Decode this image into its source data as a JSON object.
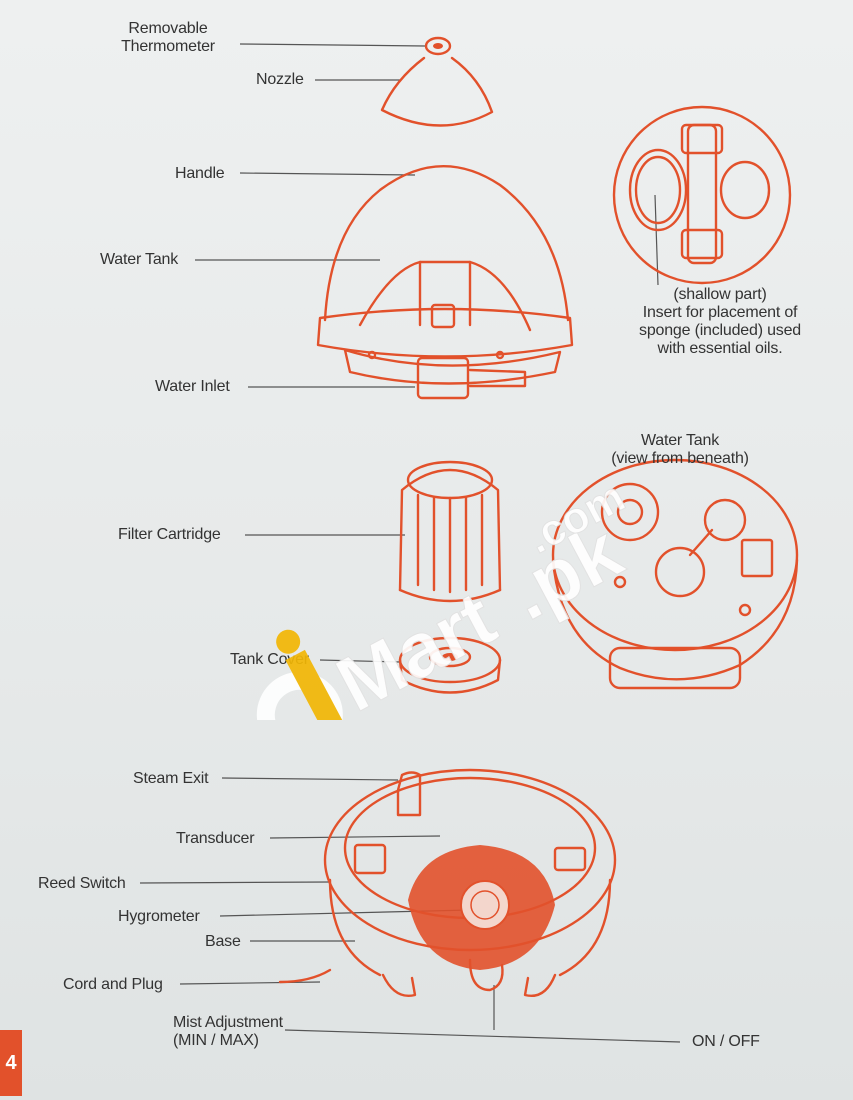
{
  "labels": {
    "removable_thermometer": [
      "Removable",
      "Thermometer"
    ],
    "nozzle": "Nozzle",
    "handle": "Handle",
    "water_tank": "Water Tank",
    "water_inlet": "Water Inlet",
    "insert_note": [
      "(shallow part)",
      "Insert for placement of",
      "sponge (included) used",
      "with essential oils."
    ],
    "water_tank_beneath": [
      "Water Tank",
      "(view from beneath)"
    ],
    "filter_cartridge": "Filter Cartridge",
    "tank_cover": "Tank Cover",
    "steam_exit": "Steam Exit",
    "transducer": "Transducer",
    "reed_switch": "Reed Switch",
    "hygrometer": "Hygrometer",
    "base": "Base",
    "cord_and_plug": "Cord and Plug",
    "mist_adjustment": [
      "Mist Adjustment",
      "(MIN / MAX)"
    ],
    "on_off": "ON / OFF"
  },
  "watermark": "iMart.pk.com",
  "page_number": "4",
  "colors": {
    "accent": "#e2512b",
    "text": "#333333",
    "watermark": "#ffffff",
    "logo_yellow": "#f2b705"
  }
}
